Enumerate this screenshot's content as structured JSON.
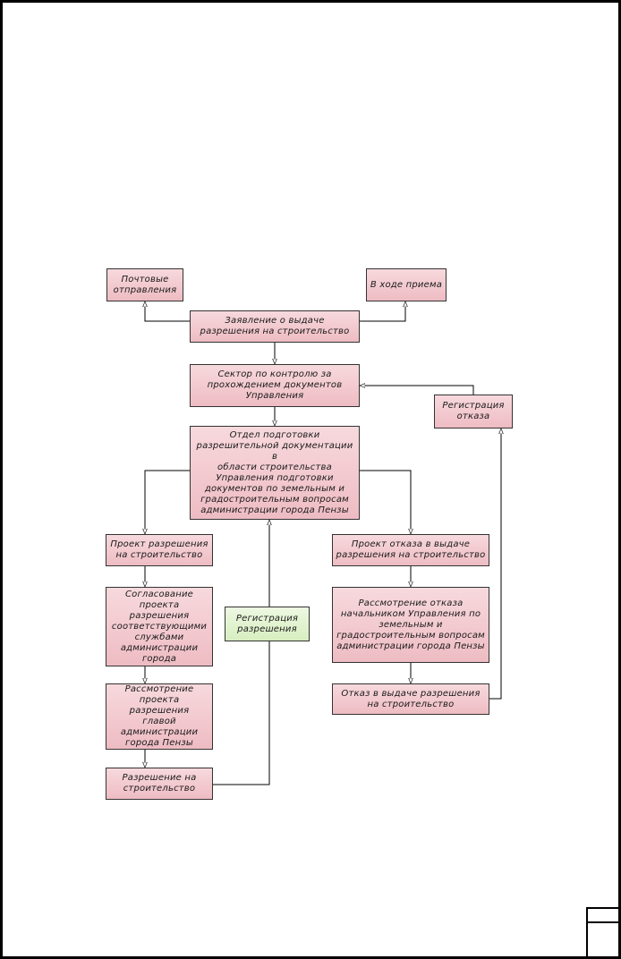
{
  "diagram": {
    "nodes": {
      "mail": "Почтовые\nотправления",
      "reception": "В ходе приема",
      "application": "Заявление о выдаче\nразрешения на строительство",
      "sector": "Сектор по контролю за\nпрохождением документов\nУправления",
      "refusal_registration": "Регистрация\nотказа",
      "department": "Отдел подготовки\nразрешительной документации в\nобласти строительства\nУправления подготовки\nдокументов по земельным и\nградостроительным вопросам\nадминистрации города Пензы",
      "permit_draft": "Проект разрешения\nна строительство",
      "refusal_draft": "Проект отказа в выдаче\nразрешения на строительство",
      "coordination": "Согласование\nпроекта разрешения\nсоответствующими\nслужбами\nадминистрации\nгорода",
      "permit_registration": "Регистрация\nразрешения",
      "refusal_review": "Рассмотрение отказа\nначальником Управления по\nземельным и\nградостроительным вопросам\nадминистрации города Пензы",
      "head_review": "Рассмотрение\nпроекта разрешения\nглавой\nадминистрации\nгорода Пензы",
      "refusal": "Отказ в выдаче разрешения\nна строительство",
      "permit": "Разрешение на\nстроительство"
    }
  }
}
